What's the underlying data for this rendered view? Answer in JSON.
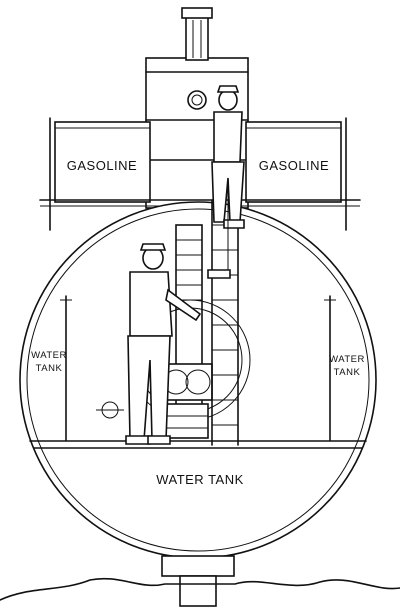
{
  "labels": {
    "gasoline_left": "GASOLINE",
    "gasoline_right": "GASOLINE",
    "water_tank_left_1": "WATER",
    "water_tank_left_2": "TANK",
    "water_tank_right_1": "WATER",
    "water_tank_right_2": "TANK",
    "water_tank_bottom": "WATER TANK"
  },
  "colors": {
    "ink": "#111111",
    "paper": "#ffffff"
  }
}
